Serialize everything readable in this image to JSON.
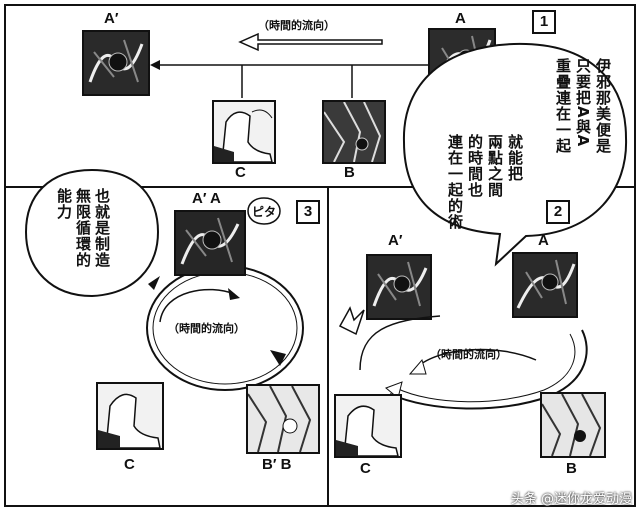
{
  "panel1": {
    "number": "1",
    "flow_label": "（時間的流向）",
    "labels": {
      "a_prime": "A′",
      "a": "A",
      "c": "C",
      "b": "B"
    },
    "bubble_columns": [
      "伊邪那美便是",
      "只要把A與A",
      "重疊連在一起",
      "就能把",
      "兩點之間",
      "的時間也",
      "連在一起的術"
    ]
  },
  "panel2": {
    "number": "2",
    "flow_label": "（時間的流向）",
    "labels": {
      "a_prime": "A′",
      "a": "A",
      "c": "C",
      "b": "B"
    }
  },
  "panel3": {
    "number": "3",
    "flow_label": "（時間的流向）",
    "labels": {
      "a_prime_a": "A′ A",
      "c": "C",
      "b_prime_b": "B′ B"
    },
    "sfx": "ピタ",
    "bubble_columns": [
      "也就是制造",
      "無限循環的",
      "能力"
    ]
  },
  "watermark": "头条 @迷你龙爱动漫"
}
